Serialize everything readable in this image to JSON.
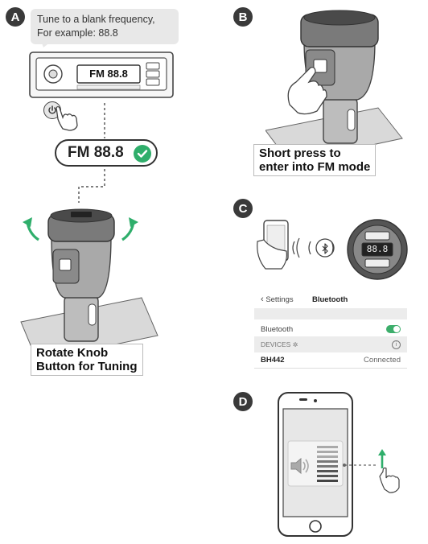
{
  "steps": {
    "a": "A",
    "b": "B",
    "c": "C",
    "d": "D"
  },
  "panel_a": {
    "bubble_line1": "Tune to a blank frequency,",
    "bubble_line2": "For example: 88.8",
    "radio_display": "FM 88.8",
    "fm_confirm": "FM 88.8",
    "caption_line1": "Rotate Knob",
    "caption_line2": "Button for Tuning"
  },
  "panel_b": {
    "caption_line1": "Short press to",
    "caption_line2": "enter into FM mode"
  },
  "panel_c": {
    "device_display": "88.8",
    "settings_back": "Settings",
    "settings_title": "Bluetooth",
    "bluetooth_label": "Bluetooth",
    "bluetooth_on": true,
    "devices_header": "DEVICES",
    "device_name": "BH442",
    "device_status": "Connected",
    "accent_color": "#3cae6b"
  },
  "icons": {
    "power": "power-icon",
    "check": "check-icon",
    "bluetooth": "bluetooth-icon",
    "phone_call": "phone-call-icon",
    "speaker": "speaker-icon",
    "swipe_up": "arrow-up-icon"
  }
}
